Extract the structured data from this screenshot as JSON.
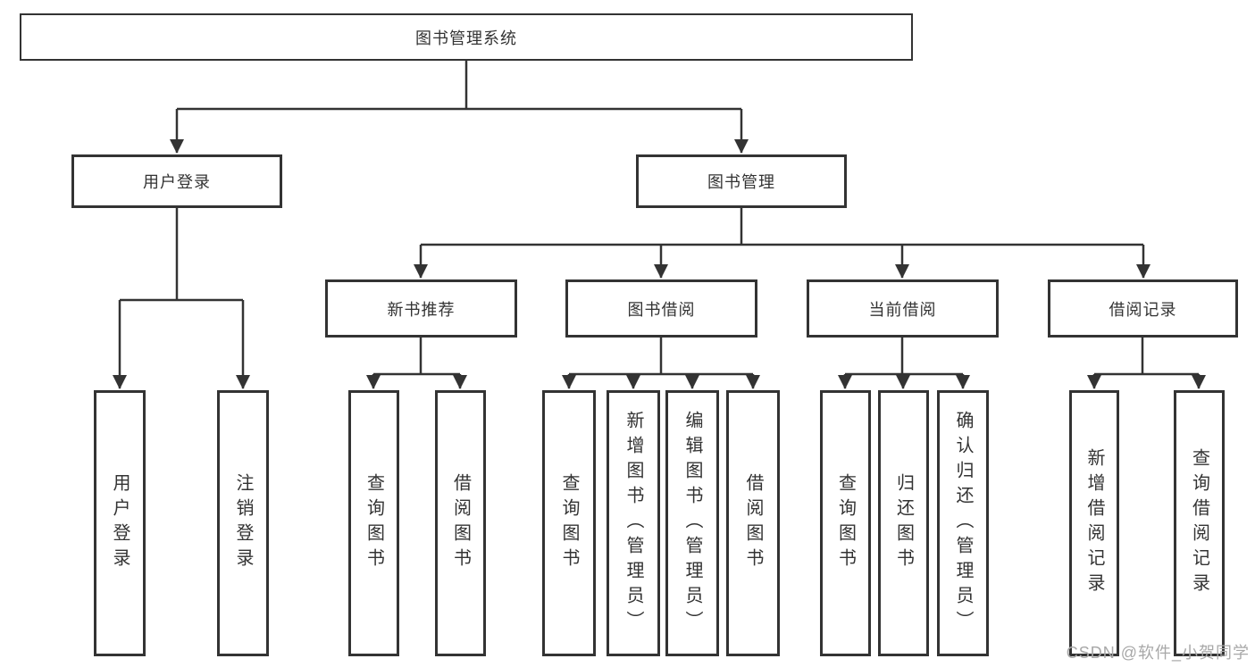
{
  "diagram": {
    "title": "图书管理系统",
    "branches": {
      "user": {
        "label": "用户登录",
        "children": [
          "用户登录",
          "注销登录"
        ]
      },
      "book": {
        "label": "图书管理",
        "groups": [
          {
            "label": "新书推荐",
            "children": [
              "查询图书",
              "借阅图书"
            ]
          },
          {
            "label": "图书借阅",
            "children": [
              "查询图书",
              "新增图书（管理员）",
              "编辑图书（管理员）",
              "借阅图书"
            ]
          },
          {
            "label": "当前借阅",
            "children": [
              "查询图书",
              "归还图书",
              "确认归还（管理员）"
            ]
          },
          {
            "label": "借阅记录",
            "children": [
              "新增借阅记录",
              "查询借阅记录"
            ]
          }
        ]
      }
    }
  },
  "colors": {
    "line": "#333333",
    "box_border": "#333333",
    "text": "#333333",
    "watermark": "#a8a8a8"
  },
  "watermark": "CSDN @软件_小贺同学"
}
